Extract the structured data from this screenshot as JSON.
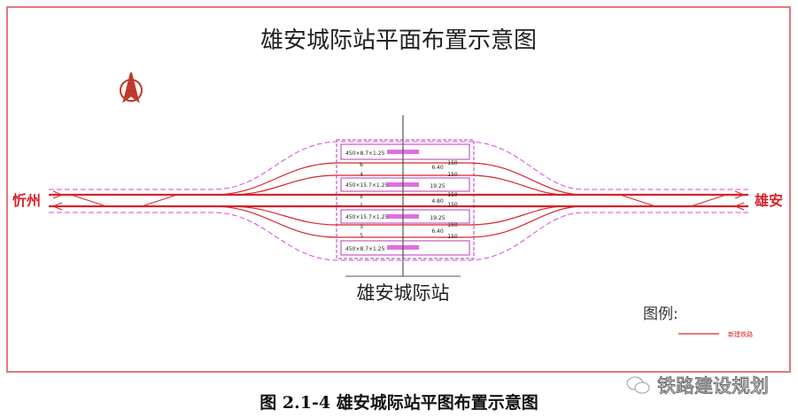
{
  "title": "雄安城际站平面布置示意图",
  "endpoints": {
    "left": "忻州",
    "right": "雄安"
  },
  "station_name": "雄安城际站",
  "platforms": [
    "450×8.7×1.25",
    "450×15.7×1.25",
    "450×15.7×1.25",
    "450×8.7×1.25"
  ],
  "tracks": [
    "6",
    "4",
    "II",
    "I",
    "3",
    "5"
  ],
  "spacings": [
    "6.40",
    "19.25",
    "4.80",
    "19.25",
    "6.40"
  ],
  "track_tags": [
    "150",
    "150",
    "150",
    "150",
    "150",
    "150"
  ],
  "legend": {
    "title": "图例:",
    "item": "新建铁路"
  },
  "colors": {
    "rail": "#d9232a",
    "envelope": "#d94ad9",
    "frame": "#e07a80"
  },
  "caption": "图  2.1-4    雄安城际站平图布置示意图",
  "watermark": "铁路建设规划",
  "icons": [
    "north-arrow-icon",
    "wechat-icon"
  ]
}
